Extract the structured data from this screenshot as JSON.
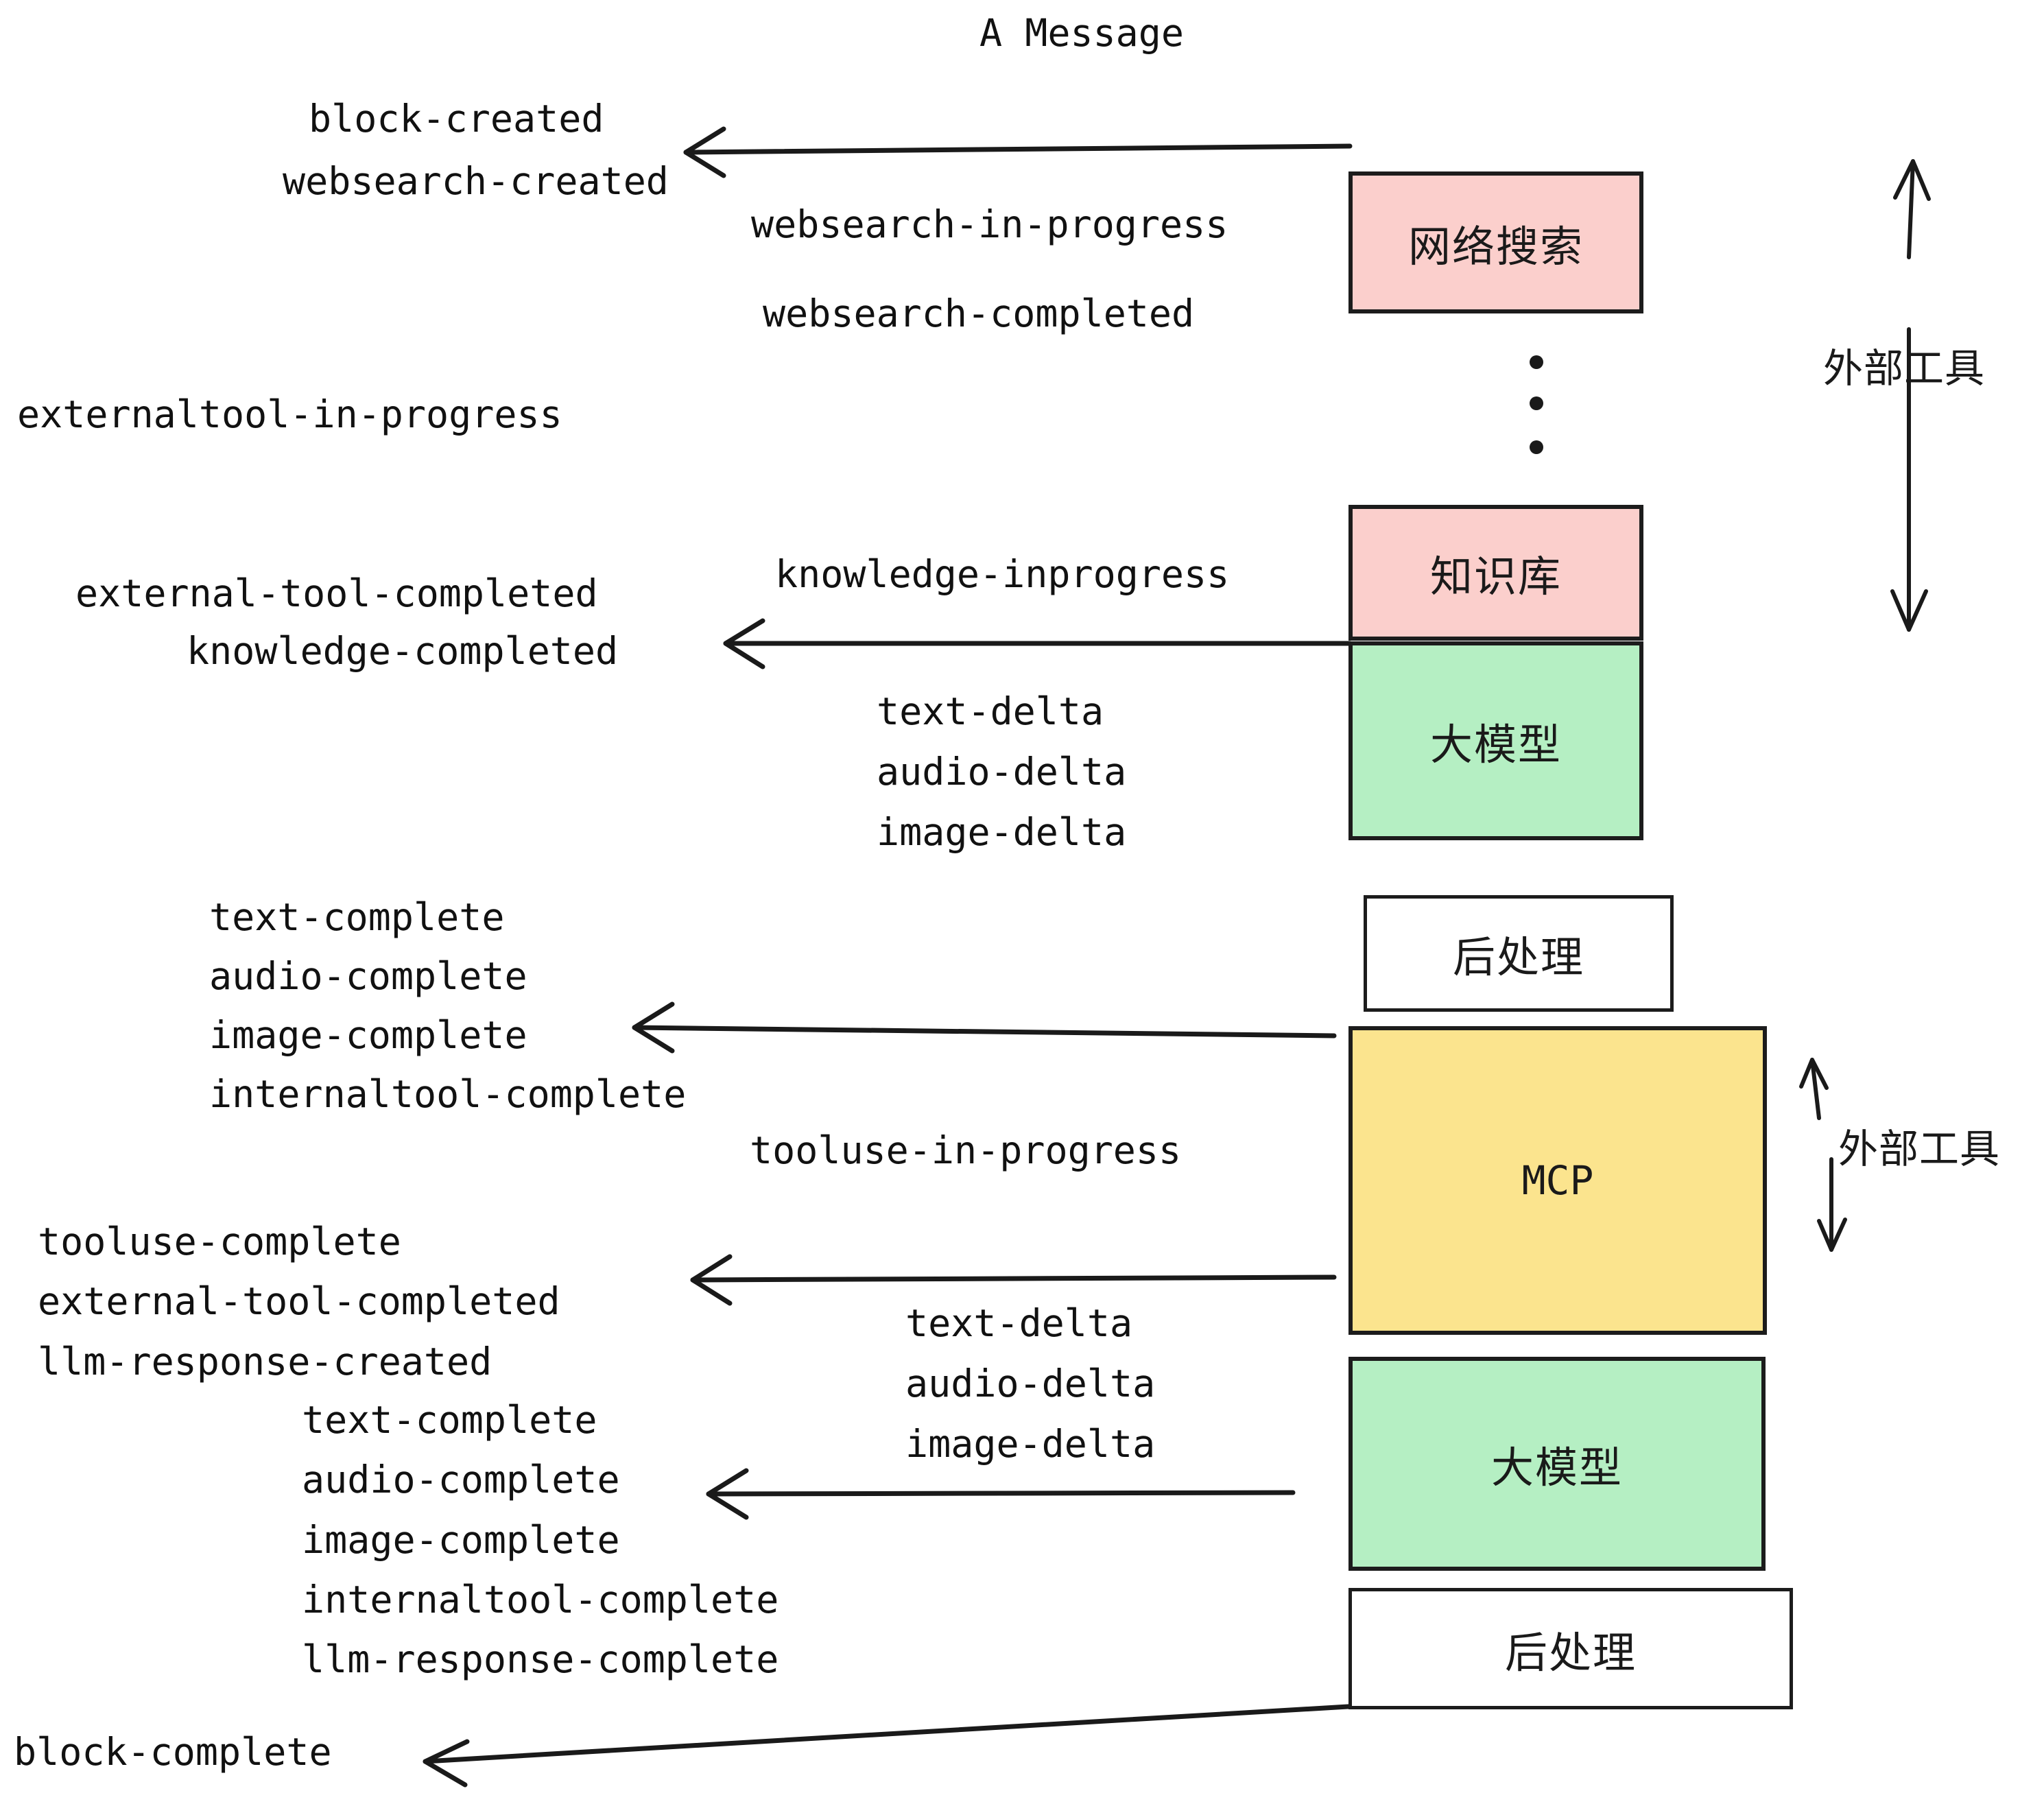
{
  "diagram": {
    "title": "A Message",
    "colors": {
      "pink": "#fbcfcc",
      "green": "#b5efc3",
      "yellow": "#fbe48e",
      "white": "#ffffff",
      "stroke": "#1a1a1a"
    },
    "nodes": [
      {
        "id": "websearch",
        "label": "网络搜索",
        "fill": "pink"
      },
      {
        "id": "knowledge",
        "label": "知识库",
        "fill": "pink"
      },
      {
        "id": "llm-1",
        "label": "大模型",
        "fill": "green"
      },
      {
        "id": "postprocess-1",
        "label": "后处理",
        "fill": "white"
      },
      {
        "id": "mcp",
        "label": "MCP",
        "fill": "yellow"
      },
      {
        "id": "llm-2",
        "label": "大模型",
        "fill": "green"
      },
      {
        "id": "postprocess-2",
        "label": "后处理",
        "fill": "white"
      }
    ],
    "side_labels": [
      {
        "id": "external-tool-top",
        "label": "外部工具"
      },
      {
        "id": "external-tool-bottom",
        "label": "外部工具"
      }
    ],
    "events_left": [
      {
        "id": "e01",
        "text": "block-created"
      },
      {
        "id": "e02",
        "text": "websearch-created"
      },
      {
        "id": "e03",
        "text": "externaltool-in-progress"
      },
      {
        "id": "e04",
        "text": "external-tool-completed"
      },
      {
        "id": "e05",
        "text": "knowledge-completed"
      },
      {
        "id": "e06",
        "text": "text-complete"
      },
      {
        "id": "e07",
        "text": "audio-complete"
      },
      {
        "id": "e08",
        "text": "image-complete"
      },
      {
        "id": "e09",
        "text": "internaltool-complete"
      },
      {
        "id": "e10",
        "text": "tooluse-complete"
      },
      {
        "id": "e11",
        "text": "external-tool-completed"
      },
      {
        "id": "e12",
        "text": "llm-response-created"
      },
      {
        "id": "e13",
        "text": "text-complete"
      },
      {
        "id": "e14",
        "text": "audio-complete"
      },
      {
        "id": "e15",
        "text": "image-complete"
      },
      {
        "id": "e16",
        "text": "internaltool-complete"
      },
      {
        "id": "e17",
        "text": "llm-response-complete"
      },
      {
        "id": "e18",
        "text": "block-complete"
      }
    ],
    "events_right": [
      {
        "id": "r01",
        "text": "websearch-in-progress"
      },
      {
        "id": "r02",
        "text": "websearch-completed"
      },
      {
        "id": "r03",
        "text": "knowledge-inprogress"
      },
      {
        "id": "r04",
        "text": "text-delta"
      },
      {
        "id": "r05",
        "text": "audio-delta"
      },
      {
        "id": "r06",
        "text": "image-delta"
      },
      {
        "id": "r07",
        "text": "tooluse-in-progress"
      },
      {
        "id": "r08",
        "text": "text-delta"
      },
      {
        "id": "r09",
        "text": "audio-delta"
      },
      {
        "id": "r10",
        "text": "image-delta"
      }
    ]
  }
}
